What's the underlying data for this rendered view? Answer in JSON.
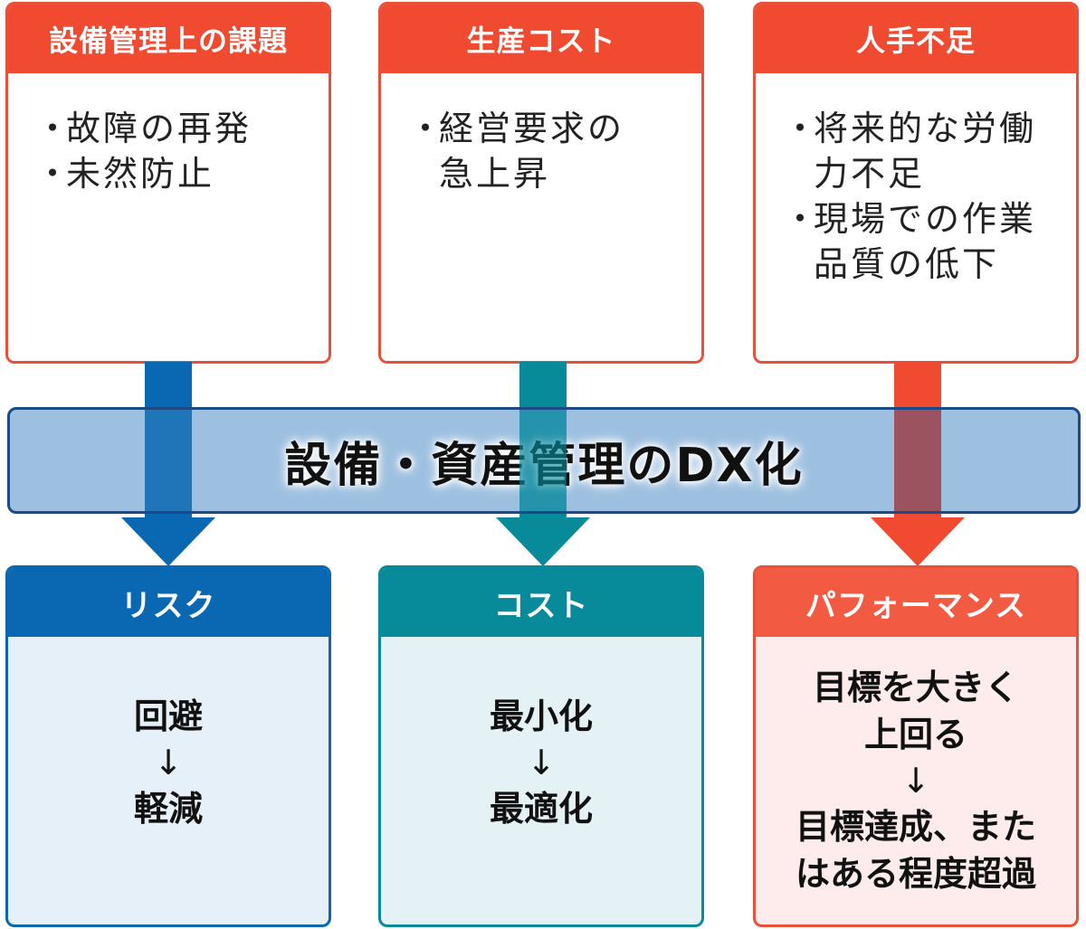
{
  "colors": {
    "red": "#f04a30",
    "red_border": "#e8503a",
    "blue": "#0a68b2",
    "teal": "#078b9b",
    "banner_fill": "#9fc3e2",
    "banner_border": "#1b4a86",
    "blue_body": "#e6f0f9",
    "teal_body": "#e4f2f6",
    "pink_body": "#fdeceb",
    "overlap_purple": "#9b5360"
  },
  "top_boxes": [
    {
      "title": "設備管理上の課題",
      "items": [
        "故障の再発",
        "未然防止"
      ]
    },
    {
      "title": "生産コスト",
      "items": [
        "経営要求の\n急上昇"
      ]
    },
    {
      "title": "人手不足",
      "items": [
        "将来的な労働\n力不足",
        "現場での作業\n品質の低下"
      ]
    }
  ],
  "bullet_symbol": "・",
  "banner": {
    "title": "設備・資産管理のDX化"
  },
  "bottom_boxes": [
    {
      "title": "リスク",
      "line1": "回避",
      "arrow": "↓",
      "line2": "軽減"
    },
    {
      "title": "コスト",
      "line1": "最小化",
      "arrow": "↓",
      "line2": "最適化"
    },
    {
      "title": "パフォーマンス",
      "line1": "目標を大きく\n上回る",
      "arrow": "↓",
      "line2": "目標達成、また\nはある程度超過"
    }
  ]
}
